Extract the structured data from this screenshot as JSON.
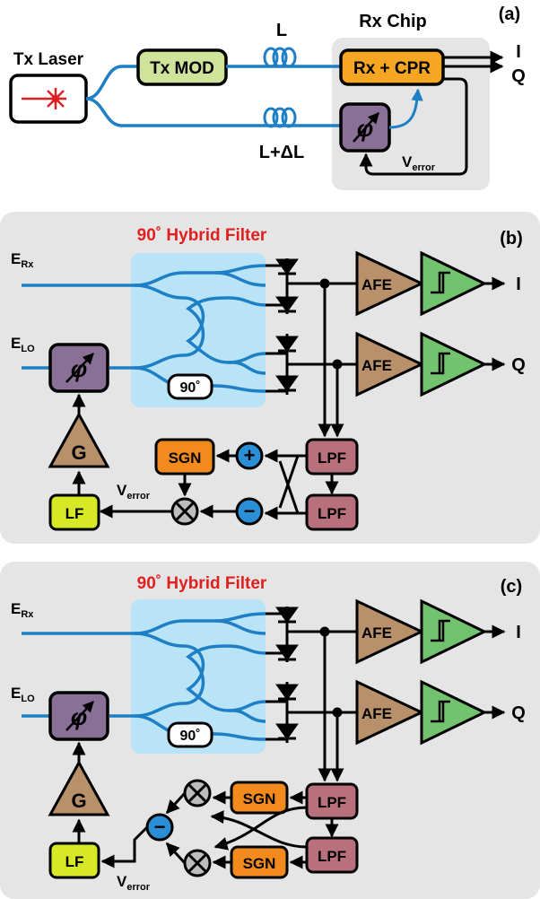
{
  "colors": {
    "fiber": "#1e7fc4",
    "hybrid_fill": "#b9e3f7",
    "panel_fill": "#e5e5e5",
    "tx_mod_fill": "#cfe39a",
    "rx_cpr_fill": "#f6a623",
    "phase_fill": "#8a6f97",
    "afe_fill": "#b8906a",
    "limiter_fill": "#72c26e",
    "lpf_fill": "#b8707c",
    "sgn_fill": "#f28a1e",
    "lf_fill": "#d7e826",
    "add_fill": "#2a8fd6",
    "mixer_fill": "#bdbdbd",
    "title_red": "#e02020"
  },
  "panel_a": {
    "label": "(a)",
    "tx_laser": "Tx Laser",
    "tx_mod": "Tx MOD",
    "rx_chip": "Rx Chip",
    "rx_cpr": "Rx + CPR",
    "fiber_top": "L",
    "fiber_bottom": "L+ΔL",
    "out_i": "I",
    "out_q": "Q",
    "v_error_main": "V",
    "v_error_sub": "error",
    "phase_symbol": "φ"
  },
  "panel_b": {
    "label": "(b)",
    "title": "90˚ Hybrid Filter",
    "e_rx_main": "E",
    "e_rx_sub": "Rx",
    "e_lo_main": "E",
    "e_lo_sub": "LO",
    "hybrid_90": "90˚",
    "afe": "AFE",
    "out_i": "I",
    "out_q": "Q",
    "lpf": "LPF",
    "sgn": "SGN",
    "plus": "+",
    "minus": "−",
    "gain": "G",
    "lf": "LF",
    "v_error_main": "V",
    "v_error_sub": "error",
    "phase_symbol": "φ"
  },
  "panel_c": {
    "label": "(c)",
    "title": "90˚ Hybrid Filter",
    "e_rx_main": "E",
    "e_rx_sub": "Rx",
    "e_lo_main": "E",
    "e_lo_sub": "LO",
    "hybrid_90": "90˚",
    "afe": "AFE",
    "out_i": "I",
    "out_q": "Q",
    "lpf": "LPF",
    "sgn": "SGN",
    "minus": "−",
    "gain": "G",
    "lf": "LF",
    "v_error_main": "V",
    "v_error_sub": "error",
    "phase_symbol": "φ"
  }
}
